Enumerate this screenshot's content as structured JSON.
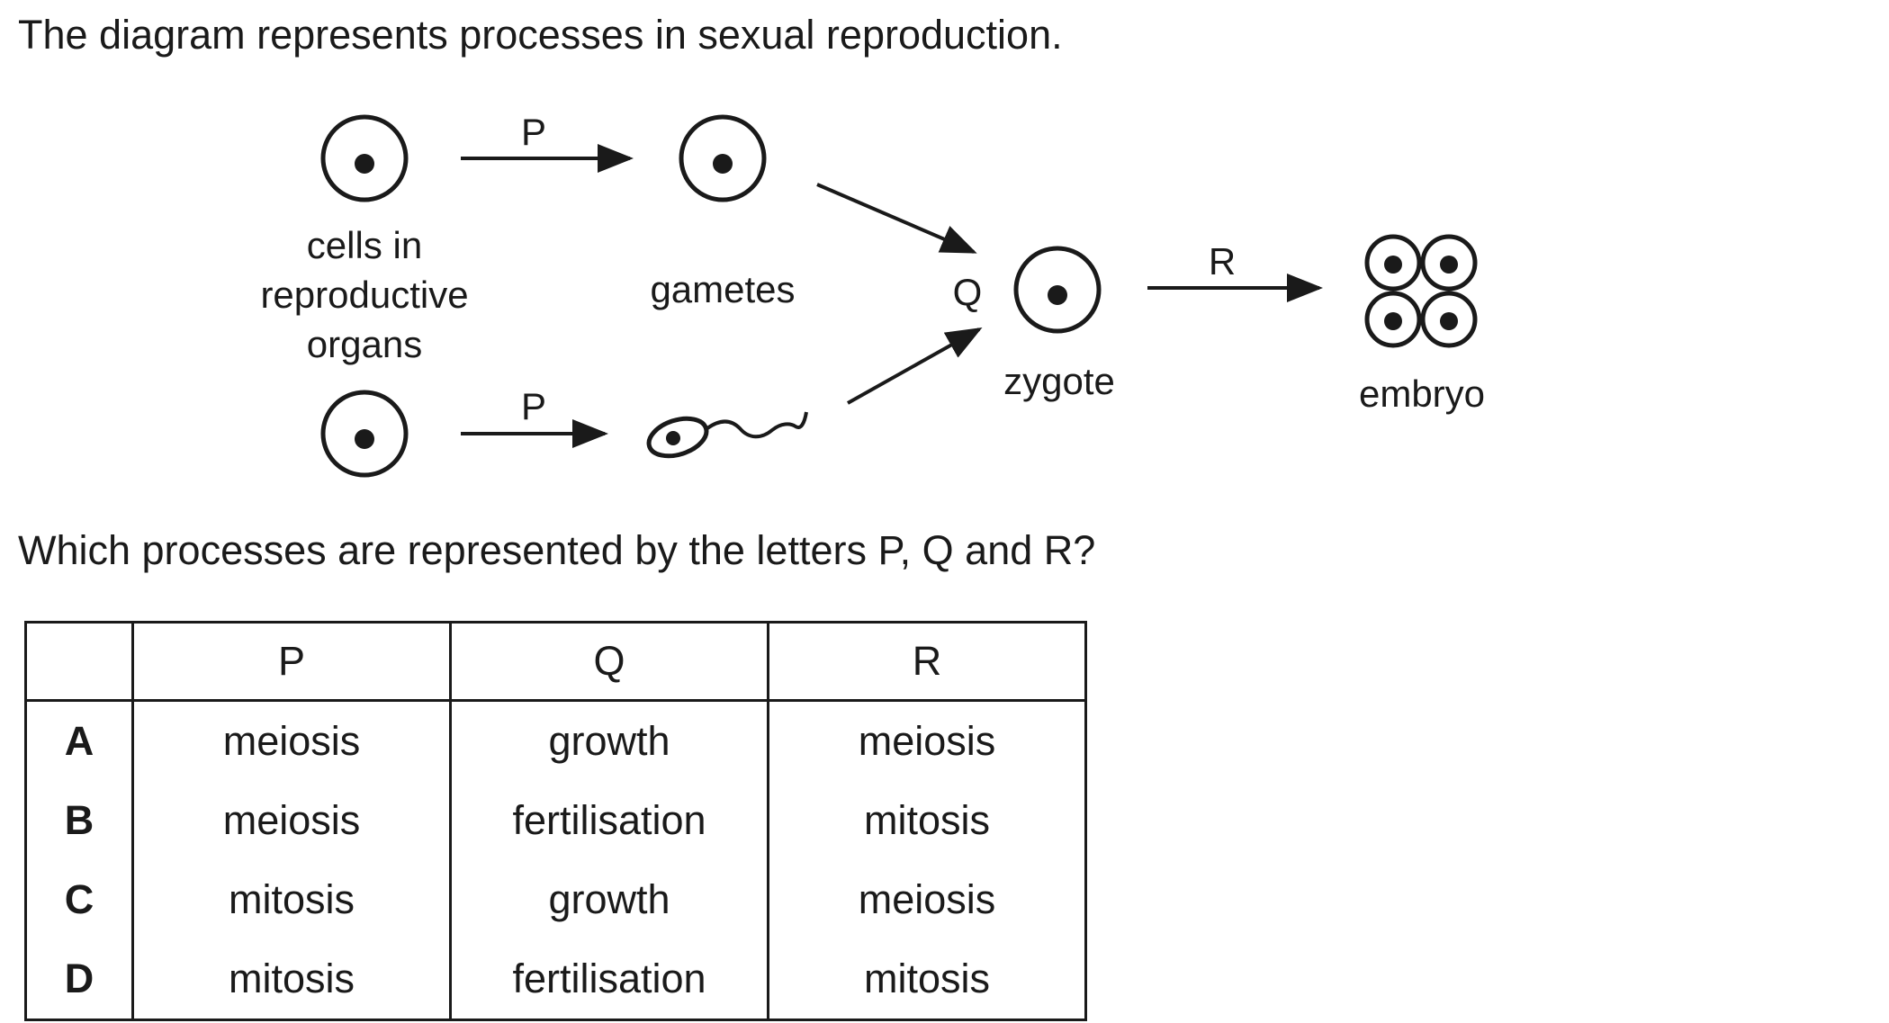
{
  "question": {
    "intro": "The diagram represents processes in sexual reproduction.",
    "prompt": "Which processes are represented by the letters P, Q and R?"
  },
  "diagram": {
    "labels": {
      "process_p_top": "P",
      "process_p_bottom": "P",
      "process_q": "Q",
      "process_r": "R",
      "cells_line1": "cells in",
      "cells_line2": "reproductive",
      "cells_line3": "organs",
      "gametes": "gametes",
      "zygote": "zygote",
      "embryo": "embryo"
    }
  },
  "table": {
    "headers": [
      "",
      "P",
      "Q",
      "R"
    ],
    "rows": [
      {
        "letter": "A",
        "p": "meiosis",
        "q": "growth",
        "r": "meiosis"
      },
      {
        "letter": "B",
        "p": "meiosis",
        "q": "fertilisation",
        "r": "mitosis"
      },
      {
        "letter": "C",
        "p": "mitosis",
        "q": "growth",
        "r": "meiosis"
      },
      {
        "letter": "D",
        "p": "mitosis",
        "q": "fertilisation",
        "r": "mitosis"
      }
    ]
  }
}
